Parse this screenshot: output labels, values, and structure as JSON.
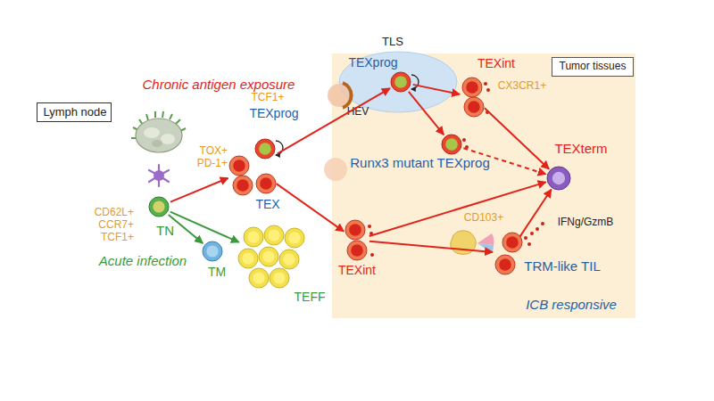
{
  "diagram": {
    "nodes": [
      {
        "text": [
          "Lymph node"
        ]
      },
      {
        "text": [
          "TN"
        ]
      },
      {
        "text": [
          "TEXprog",
          "TEX"
        ]
      },
      {
        "text": [
          "TM"
        ]
      },
      {
        "text": [
          "TEFF"
        ]
      },
      {
        "text": [
          "Tumor tissues"
        ]
      },
      {
        "text": [
          "TLS",
          "HEV"
        ],
        "in": 5
      },
      {
        "text": [
          "TEXprog"
        ],
        "in": 6
      },
      {
        "text": [
          "TEXint",
          "CX3CR1+"
        ],
        "in": 5
      },
      {
        "text": [
          "Runx3 mutant TEXprog"
        ],
        "in": 5
      },
      {
        "text": [
          "TEXterm"
        ],
        "in": 5
      },
      {
        "text": [
          "TEXint"
        ],
        "in": 5
      },
      {
        "text": [
          "TRM-like TIL",
          "CD103+",
          "IFNg/GzmB"
        ],
        "in": 5
      }
    ],
    "edges": [
      {
        "from": 1,
        "to": 2,
        "arrow": "to"
      },
      {
        "from": 1,
        "to": 3,
        "arrow": "to"
      },
      {
        "from": 1,
        "to": 4,
        "arrow": "to"
      },
      {
        "from": 2,
        "to": 7,
        "arrow": "to"
      },
      {
        "from": 2,
        "to": 11,
        "arrow": "to"
      },
      {
        "from": 7,
        "to": 8,
        "arrow": "to"
      },
      {
        "from": 7,
        "to": 9,
        "arrow": "to"
      },
      {
        "from": 9,
        "to": 10,
        "arrow": "to"
      },
      {
        "from": 8,
        "to": 10,
        "arrow": "to"
      },
      {
        "from": 11,
        "to": 10,
        "arrow": "to"
      },
      {
        "from": 11,
        "to": 12,
        "arrow": "to"
      },
      {
        "from": 12,
        "to": 10,
        "arrow": "to"
      }
    ],
    "labels": [
      "Chronic antigen exposure",
      "TCF1+",
      "TOX+ PD-1+",
      "CD62L+ CCR7+ TCF1+",
      "Acute infection",
      "ICB responsive"
    ]
  }
}
